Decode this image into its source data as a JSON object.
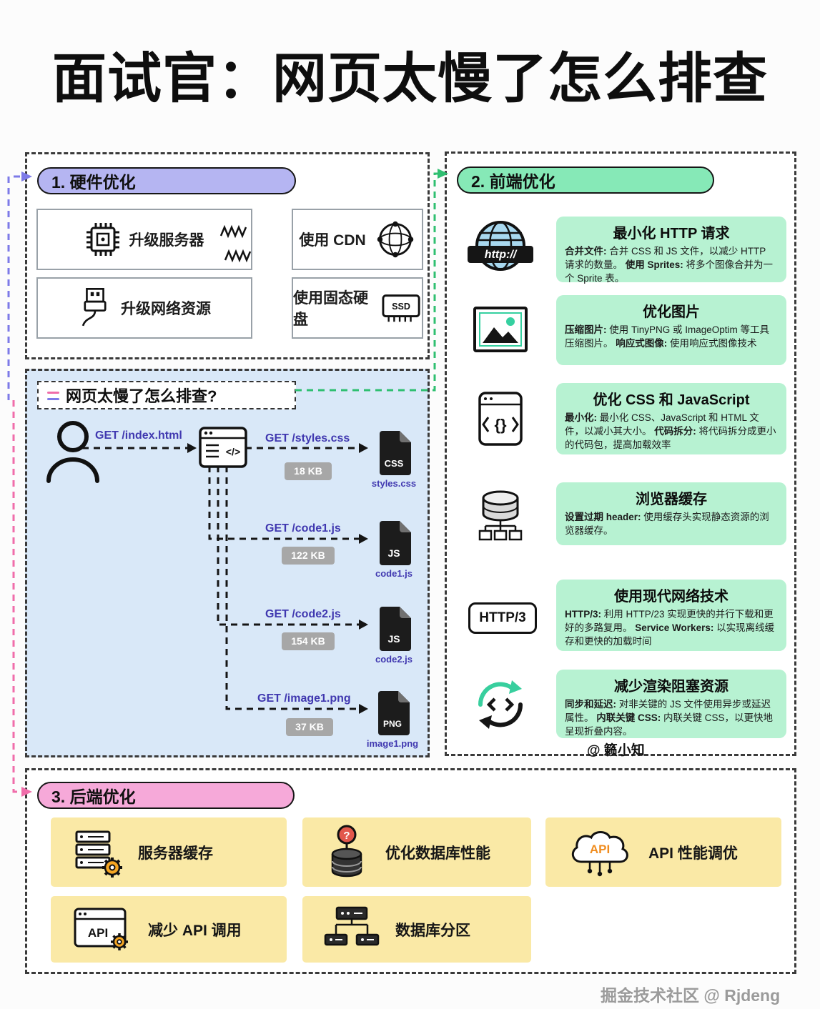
{
  "title": "面试官：网页太慢了怎么排查",
  "watermark": "掘金技术社区 @ Rjdeng",
  "colors": {
    "hardware_header_bg": "#b5b5f2",
    "frontend_header_bg": "#86e9b7",
    "backend_header_bg": "#f6a9d9",
    "frontend_card_bg": "#b7f2d2",
    "backend_card_bg": "#fae9a6",
    "flow_bg": "#d9e8f8",
    "get_text": "#4038b0",
    "size_badge_bg": "#a7a7a7",
    "connector_purple": "#7d7ae8",
    "connector_pink": "#f06daa",
    "connector_green": "#2fbf71"
  },
  "hardware": {
    "header": "1. 硬件优化",
    "ssd_label": "SSD",
    "items": [
      {
        "icon": "chip-icon",
        "label": "升级服务器"
      },
      {
        "icon": "cdn-globe-icon",
        "label": "使用 CDN"
      },
      {
        "icon": "usb-plug-icon",
        "label": "升级网络资源"
      },
      {
        "icon": "ssd-icon",
        "label": "使用固态硬盘"
      }
    ]
  },
  "flow": {
    "header": "网页太慢了怎么排查?",
    "client_request": "GET /index.html",
    "browser_glyph": "</>",
    "requests": [
      {
        "label": "GET /styles.css",
        "size": "18 KB",
        "file_type": "CSS",
        "file_name": "styles.css"
      },
      {
        "label": "GET /code1.js",
        "size": "122 KB",
        "file_type": "JS",
        "file_name": "code1.js"
      },
      {
        "label": "GET /code2.js",
        "size": "154 KB",
        "file_type": "JS",
        "file_name": "code2.js"
      },
      {
        "label": "GET /image1.png",
        "size": "37 KB",
        "file_type": "PNG",
        "file_name": "image1.png"
      }
    ]
  },
  "frontend": {
    "header": "2. 前端优化",
    "attribution": "@ 籁小知",
    "http_banner": "http://",
    "http3_badge": "HTTP/3",
    "code_glyph": "{}",
    "items": [
      {
        "icon": "http-globe-icon",
        "title": "最小化 HTTP 请求",
        "seg": [
          [
            "合并文件:",
            " 合并 CSS 和 JS 文件，以减少 HTTP 请求的数量。"
          ],
          [
            "使用 Sprites:",
            " 将多个图像合并为一个 Sprite 表。"
          ]
        ]
      },
      {
        "icon": "image-icon",
        "title": "优化图片",
        "seg": [
          [
            "压缩图片:",
            " 使用 TinyPNG 或 ImageOptim 等工具压缩图片。"
          ],
          [
            "响应式图像:",
            " 使用响应式图像技术"
          ]
        ]
      },
      {
        "icon": "code-file-icon",
        "title": "优化 CSS 和 JavaScript",
        "seg": [
          [
            "最小化:",
            " 最小化 CSS、JavaScript 和 HTML 文件，以减小其大小。"
          ],
          [
            "代码拆分:",
            " 将代码拆分成更小的代码包，提高加载效率"
          ]
        ]
      },
      {
        "icon": "browser-cache-icon",
        "title": "浏览器缓存",
        "seg": [
          [
            "设置过期 header:",
            " 使用缓存头实现静态资源的浏览器缓存。"
          ]
        ]
      },
      {
        "icon": "http3-badge-icon",
        "title": "使用现代网络技术",
        "seg": [
          [
            "HTTP/3:",
            " 利用 HTTP/23 实现更快的并行下载和更好的多路复用。"
          ],
          [
            "Service Workers:",
            " 以实现离线缓存和更快的加载时间"
          ]
        ]
      },
      {
        "icon": "refresh-arrows-icon",
        "title": "减少渲染阻塞资源",
        "seg": [
          [
            "同步和延迟:",
            " 对非关键的 JS 文件使用异步或延迟属性。"
          ],
          [
            "内联关键 CSS:",
            " 内联关键 CSS，以更快地呈现折叠内容。"
          ]
        ]
      }
    ]
  },
  "backend": {
    "header": "3. 后端优化",
    "api_label": "API",
    "qmark": "?",
    "items": [
      {
        "icon": "server-cache-icon",
        "label": "服务器缓存"
      },
      {
        "icon": "database-performance-icon",
        "label": "优化数据库性能"
      },
      {
        "icon": "api-cloud-icon",
        "label": "API 性能调优"
      },
      {
        "icon": "api-window-icon",
        "label": "减少 API 调用"
      },
      {
        "icon": "database-partition-icon",
        "label": "数据库分区"
      }
    ]
  }
}
